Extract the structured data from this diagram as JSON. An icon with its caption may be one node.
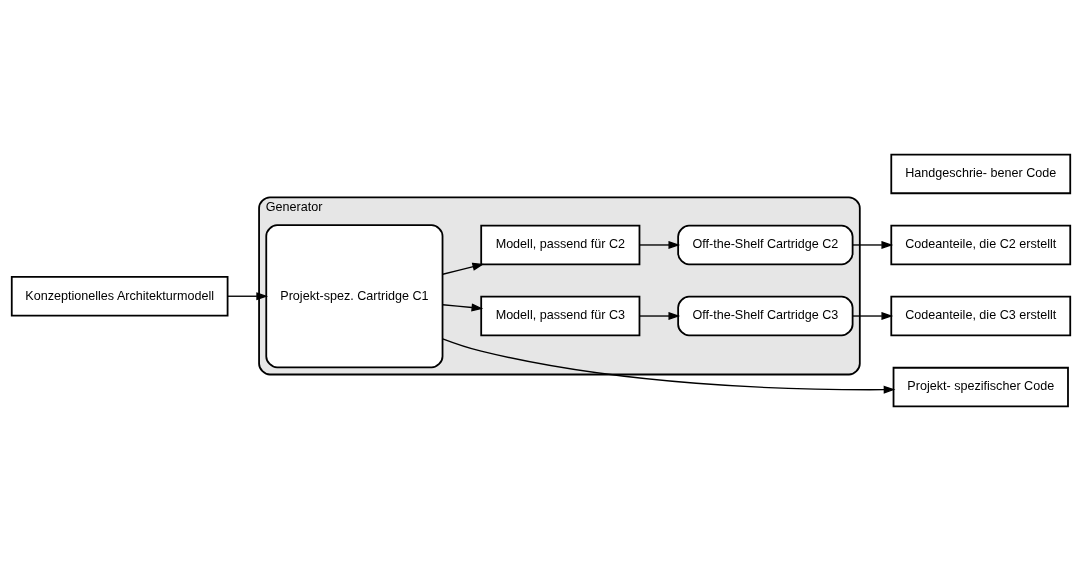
{
  "diagram": {
    "nodes": [
      {
        "text": [
          "Konzeptionelles Architekturmodell"
        ]
      },
      {
        "text": [
          "Handgeschrie- bener Code"
        ]
      },
      {
        "text": [
          "Generator"
        ]
      },
      {
        "text": [
          "Projekt-spez. Cartridge C1"
        ],
        "in": 2
      },
      {
        "text": [
          "Modell, passend für C2"
        ],
        "in": 2
      },
      {
        "text": [
          "Off-the-Shelf Cartridge C2"
        ],
        "in": 2
      },
      {
        "text": [
          "Modell, passend für C3"
        ],
        "in": 2
      },
      {
        "text": [
          "Off-the-Shelf Cartridge C3"
        ],
        "in": 2
      },
      {
        "text": [
          "Codeanteile, die C2 erstellt"
        ]
      },
      {
        "text": [
          "Codeanteile, die C3 erstellt"
        ]
      },
      {
        "text": [
          "Projekt- spezifischer Code"
        ]
      }
    ],
    "edges": [
      {
        "from": 0,
        "to": 3,
        "arrow": "to"
      },
      {
        "from": 3,
        "to": 4,
        "arrow": "to"
      },
      {
        "from": 4,
        "to": 5,
        "arrow": "to"
      },
      {
        "from": 5,
        "to": 8,
        "arrow": "to"
      },
      {
        "from": 3,
        "to": 6,
        "arrow": "to"
      },
      {
        "from": 6,
        "to": 7,
        "arrow": "to"
      },
      {
        "from": 7,
        "to": 9,
        "arrow": "to"
      },
      {
        "from": 3,
        "to": 10,
        "arrow": "to"
      }
    ]
  }
}
